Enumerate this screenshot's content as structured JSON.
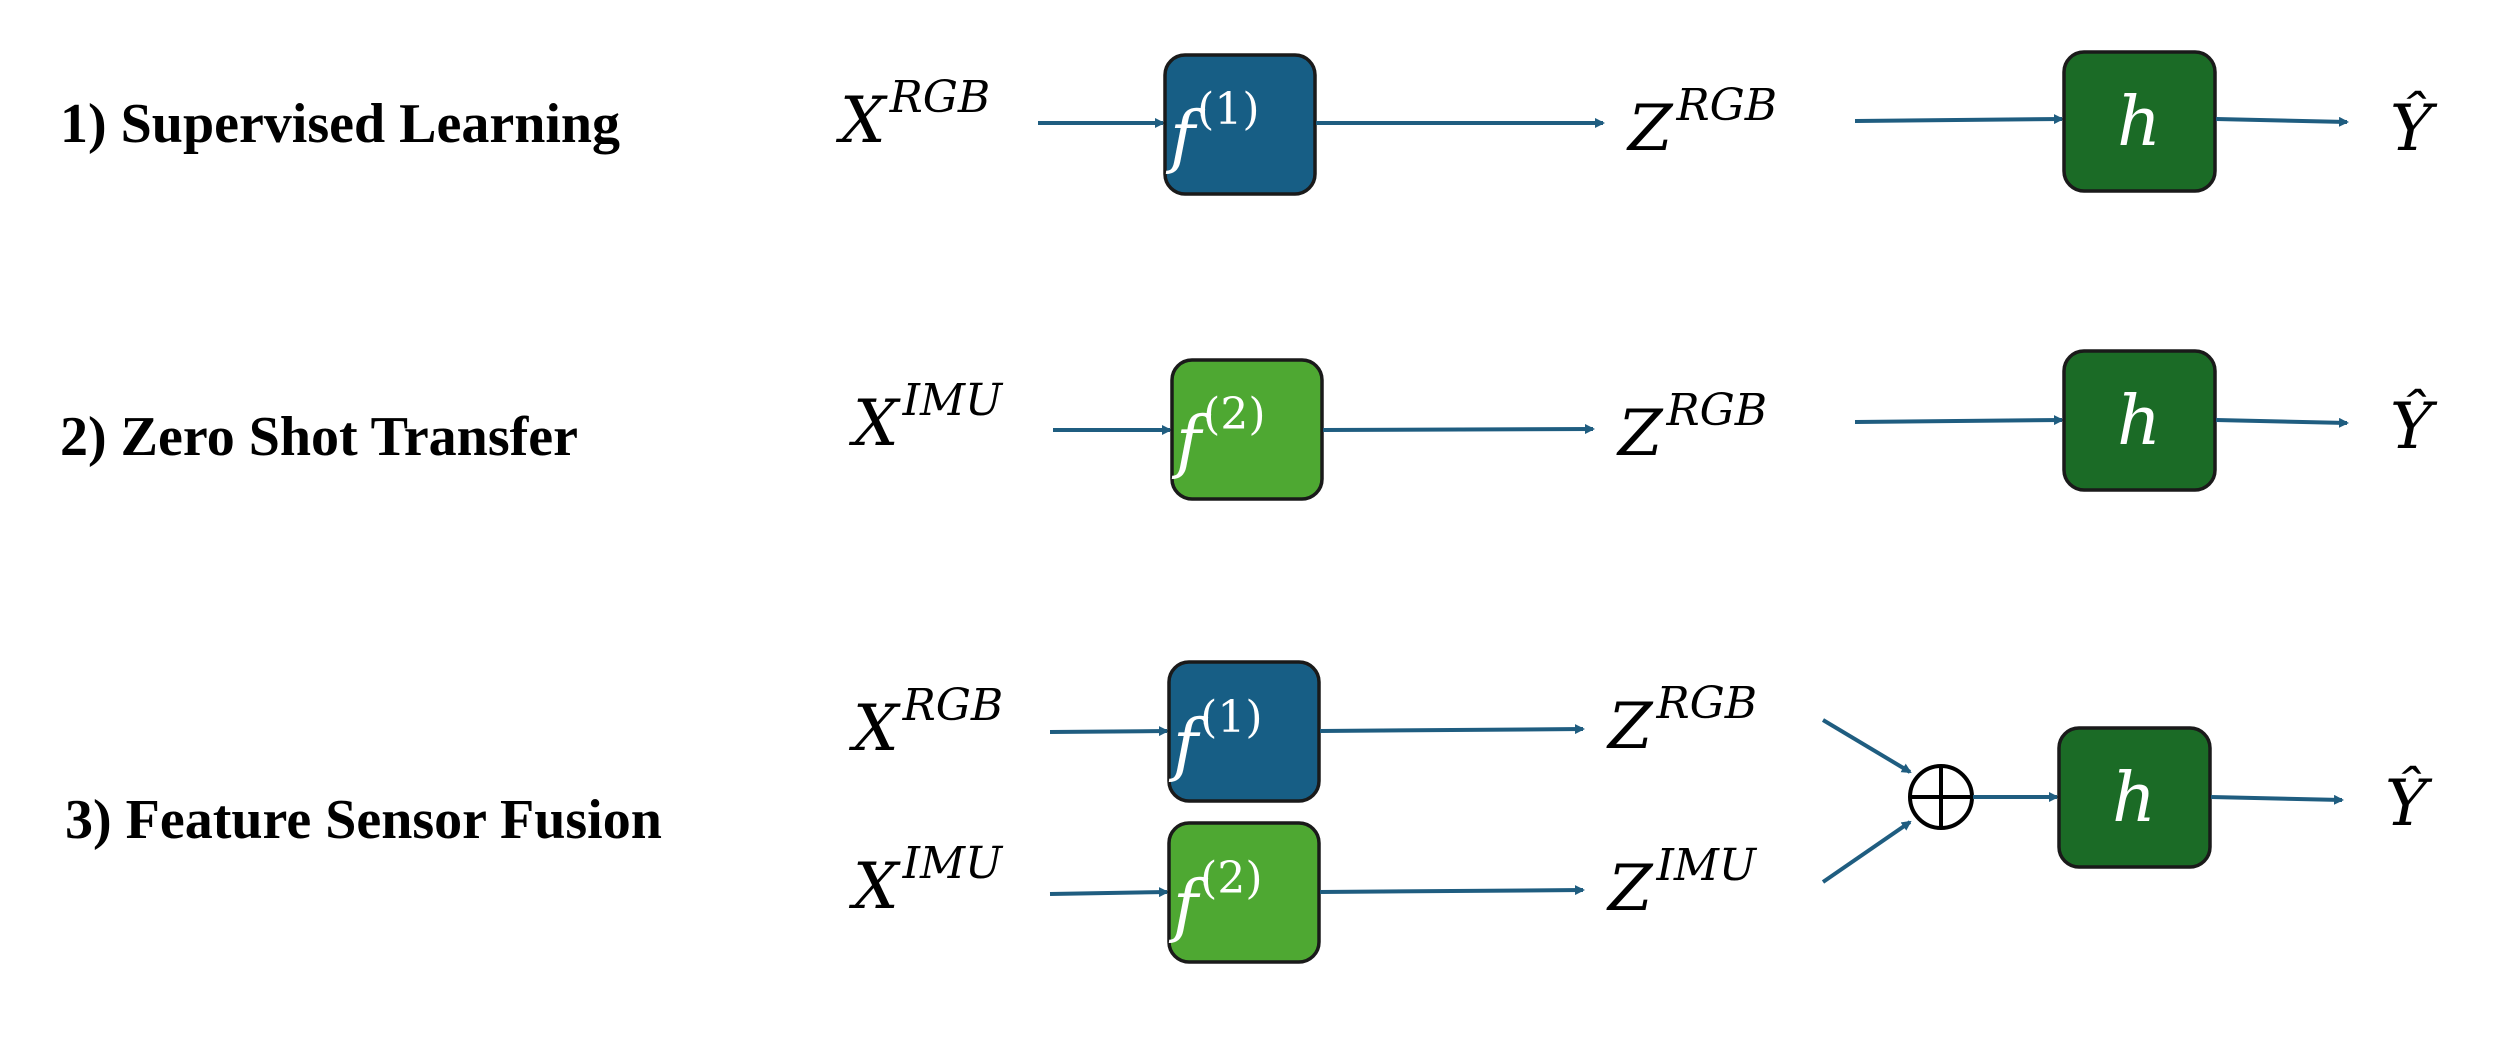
{
  "rows": [
    {
      "heading": "1) Supervised Learning",
      "input": {
        "base": "X",
        "sup": "RGB"
      },
      "encoder": {
        "base": "f",
        "sup": "(1)"
      },
      "latent": {
        "base": "Z",
        "sup": "RGB"
      },
      "head": {
        "label": "h"
      },
      "output": {
        "label": "Ŷ"
      }
    },
    {
      "heading": "2) Zero Shot Transfer",
      "input": {
        "base": "X",
        "sup": "IMU"
      },
      "encoder": {
        "base": "f",
        "sup": "(2)"
      },
      "latent": {
        "base": "Z",
        "sup": "RGB"
      },
      "head": {
        "label": "h"
      },
      "output": {
        "label": "Ŷ"
      }
    },
    {
      "heading": "3) Feature Sensor  Fusion",
      "inputs": [
        {
          "base": "X",
          "sup": "RGB"
        },
        {
          "base": "X",
          "sup": "IMU"
        }
      ],
      "encoders": [
        {
          "base": "f",
          "sup": "(1)"
        },
        {
          "base": "f",
          "sup": "(2)"
        }
      ],
      "latents": [
        {
          "base": "Z",
          "sup": "RGB"
        },
        {
          "base": "Z",
          "sup": "IMU"
        }
      ],
      "fusion_icon": "circled-plus-icon",
      "head": {
        "label": "h"
      },
      "output": {
        "label": "Ŷ"
      }
    }
  ],
  "colors": {
    "encoder_rgb": "#175e85",
    "encoder_imu": "#4ea832",
    "head": "#1b6b26",
    "arrow": "#1f5d80"
  }
}
